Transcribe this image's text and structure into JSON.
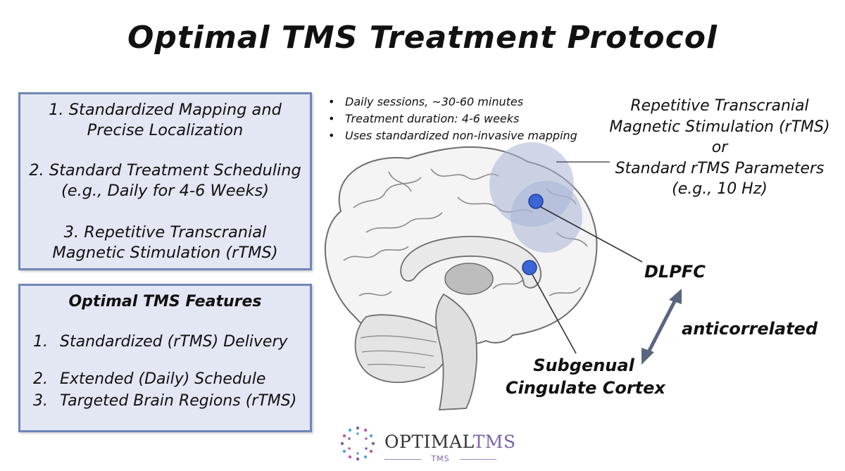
{
  "title": "Optimal TMS Treatment Protocol",
  "protocol_steps": [
    {
      "line1": "1. Standardized Mapping and",
      "line2": "Precise Localization"
    },
    {
      "line1": "2. Standard Treatment Scheduling",
      "line2": "(e.g., Daily for 4-6 Weeks)"
    },
    {
      "line1": "3. Repetitive Transcranial",
      "line2": "Magnetic Stimulation (rTMS)"
    }
  ],
  "features": {
    "heading": "Optimal TMS Features",
    "items": [
      {
        "num": "1.",
        "text": "Standardized (rTMS) Delivery"
      },
      {
        "num": "2.",
        "text": "Extended (Daily) Schedule"
      },
      {
        "num": "3.",
        "text": "Targeted Brain Regions (rTMS)"
      }
    ]
  },
  "bullets": [
    "Daily sessions, ~30-60 minutes",
    "Treatment duration: 4-6 weeks",
    "Uses standardized non-invasive mapping"
  ],
  "rtms_label": {
    "line1": "Repetitive Transcranial",
    "line2": "Magnetic Stimulation (rTMS)",
    "line3": "or",
    "line4": "Standard rTMS Parameters",
    "line5": "(e.g., 10 Hz)"
  },
  "labels": {
    "dlpfc": "DLPFC",
    "subgenual_line1": "Subgenual",
    "subgenual_line2": "Cingulate Cortex",
    "anticorrelated": "anticorrelated"
  },
  "logo": {
    "text_main": "OPTIMAL",
    "text_accent": "TMS",
    "subtext": "TMS"
  },
  "colors": {
    "panel_fill": "#e3e6f3",
    "panel_border": "#6f86b8",
    "target_dot": "#3a66d6",
    "highlight_circle": "#aab4d6",
    "arrow": "#5a6580",
    "logo_accent": "#7b62ad"
  }
}
